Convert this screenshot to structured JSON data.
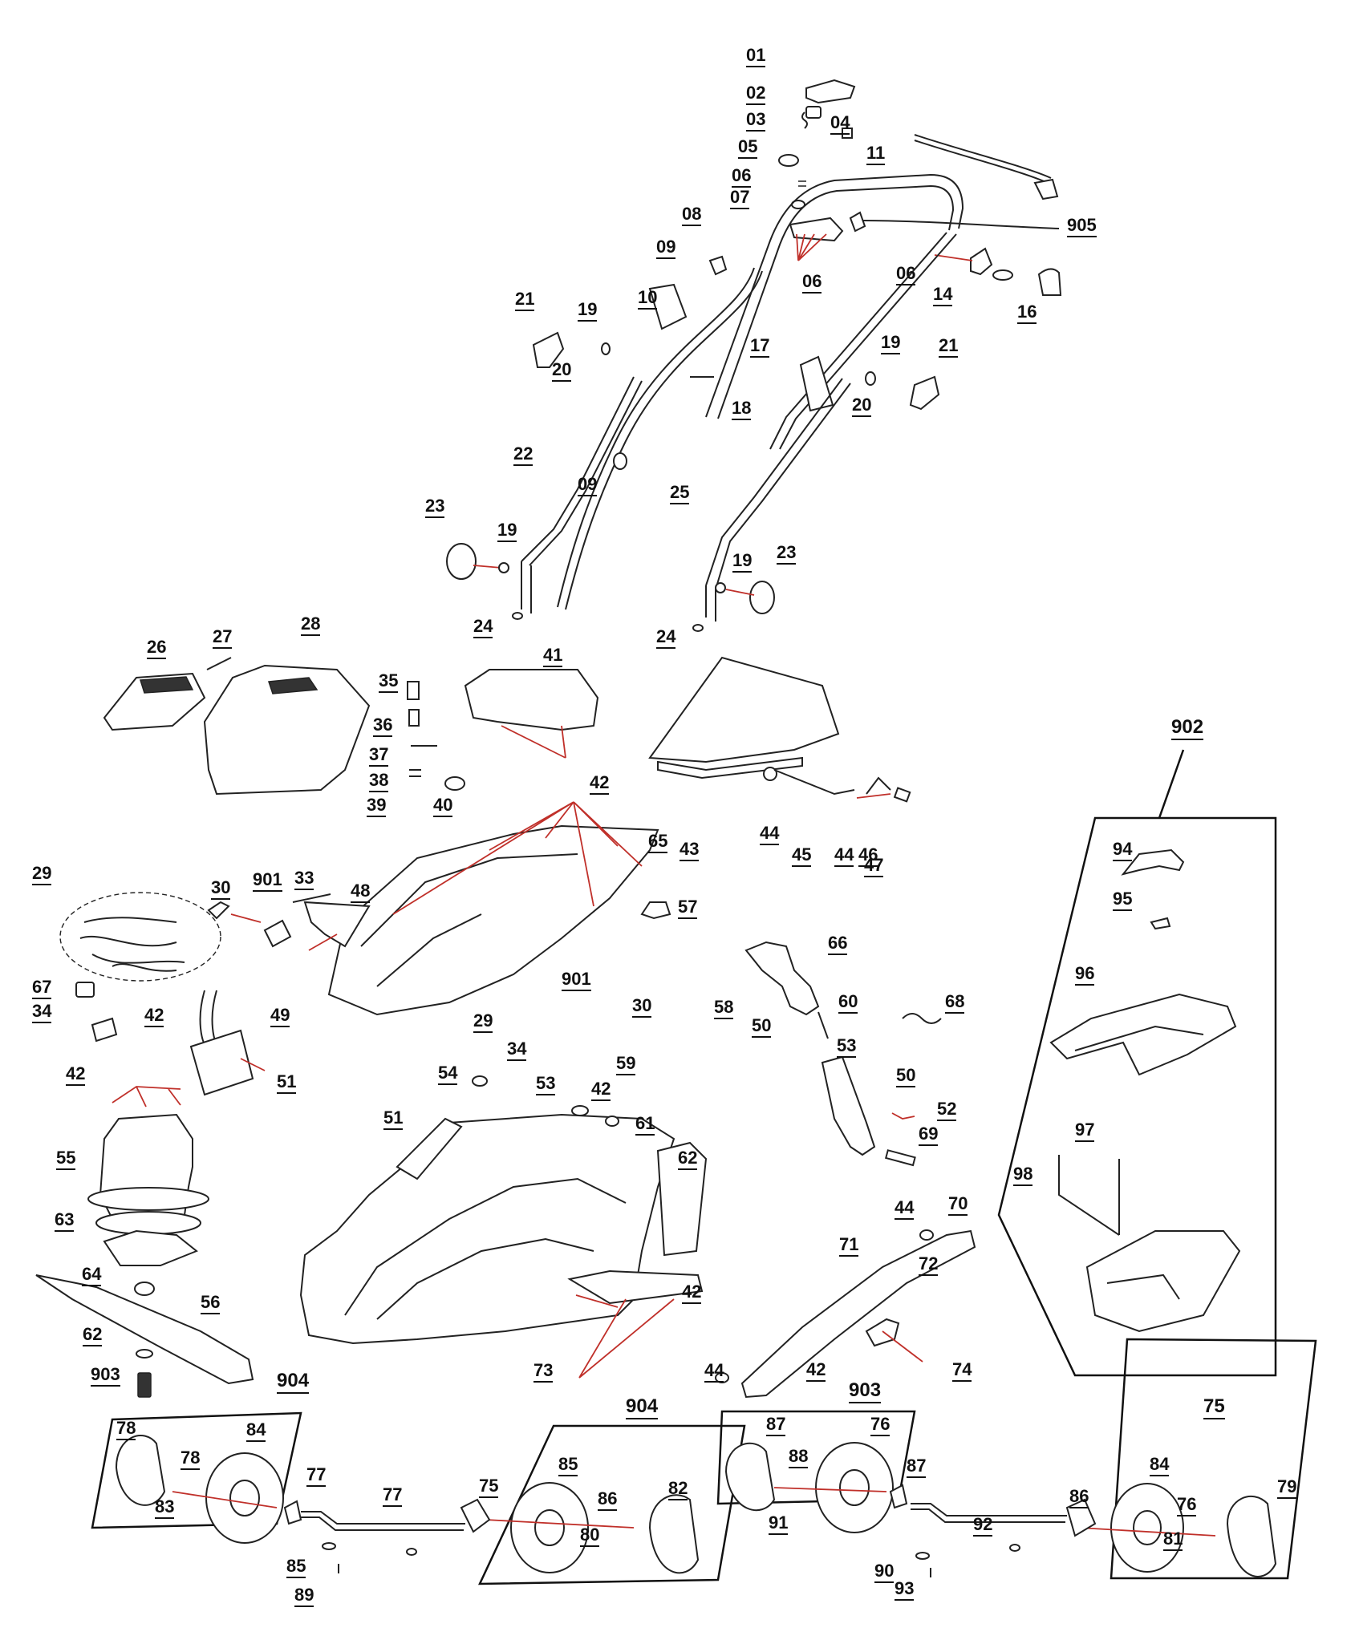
{
  "labels": [
    {
      "id": "01",
      "t": "01"
    },
    {
      "id": "02",
      "t": "02"
    },
    {
      "id": "03",
      "t": "03"
    },
    {
      "id": "04",
      "t": "04"
    },
    {
      "id": "05",
      "t": "05"
    },
    {
      "id": "06a",
      "t": "06"
    },
    {
      "id": "07",
      "t": "07"
    },
    {
      "id": "08",
      "t": "08"
    },
    {
      "id": "11",
      "t": "11"
    },
    {
      "id": "905",
      "t": "905"
    },
    {
      "id": "09a",
      "t": "09"
    },
    {
      "id": "06b",
      "t": "06"
    },
    {
      "id": "06c",
      "t": "06"
    },
    {
      "id": "14",
      "t": "14"
    },
    {
      "id": "16",
      "t": "16"
    },
    {
      "id": "21a",
      "t": "21"
    },
    {
      "id": "19a",
      "t": "19"
    },
    {
      "id": "10",
      "t": "10"
    },
    {
      "id": "17",
      "t": "17"
    },
    {
      "id": "20a",
      "t": "20"
    },
    {
      "id": "19b",
      "t": "19"
    },
    {
      "id": "21b",
      "t": "21"
    },
    {
      "id": "18",
      "t": "18"
    },
    {
      "id": "20b",
      "t": "20"
    },
    {
      "id": "22",
      "t": "22"
    },
    {
      "id": "09b",
      "t": "09"
    },
    {
      "id": "23a",
      "t": "23"
    },
    {
      "id": "19c",
      "t": "19"
    },
    {
      "id": "25",
      "t": "25"
    },
    {
      "id": "19d",
      "t": "19"
    },
    {
      "id": "23b",
      "t": "23"
    },
    {
      "id": "24a",
      "t": "24"
    },
    {
      "id": "24b",
      "t": "24"
    },
    {
      "id": "26",
      "t": "26"
    },
    {
      "id": "27",
      "t": "27"
    },
    {
      "id": "28",
      "t": "28"
    },
    {
      "id": "41",
      "t": "41"
    },
    {
      "id": "35",
      "t": "35"
    },
    {
      "id": "36",
      "t": "36"
    },
    {
      "id": "37",
      "t": "37"
    },
    {
      "id": "38",
      "t": "38"
    },
    {
      "id": "39",
      "t": "39"
    },
    {
      "id": "40",
      "t": "40"
    },
    {
      "id": "42a",
      "t": "42"
    },
    {
      "id": "43",
      "t": "43"
    },
    {
      "id": "44a",
      "t": "44"
    },
    {
      "id": "45",
      "t": "45"
    },
    {
      "id": "46",
      "t": "46"
    },
    {
      "id": "44b",
      "t": "44"
    },
    {
      "id": "47",
      "t": "47"
    },
    {
      "id": "65",
      "t": "65"
    },
    {
      "id": "29a",
      "t": "29"
    },
    {
      "id": "30a",
      "t": "30"
    },
    {
      "id": "901a",
      "t": "901"
    },
    {
      "id": "33",
      "t": "33"
    },
    {
      "id": "48",
      "t": "48"
    },
    {
      "id": "57",
      "t": "57"
    },
    {
      "id": "66",
      "t": "66"
    },
    {
      "id": "67",
      "t": "67"
    },
    {
      "id": "34a",
      "t": "34"
    },
    {
      "id": "49",
      "t": "49"
    },
    {
      "id": "901b",
      "t": "901"
    },
    {
      "id": "30b",
      "t": "30"
    },
    {
      "id": "58",
      "t": "58"
    },
    {
      "id": "60",
      "t": "60"
    },
    {
      "id": "68",
      "t": "68"
    },
    {
      "id": "42b",
      "t": "42"
    },
    {
      "id": "29b",
      "t": "29"
    },
    {
      "id": "50a",
      "t": "50"
    },
    {
      "id": "34b",
      "t": "34"
    },
    {
      "id": "59",
      "t": "59"
    },
    {
      "id": "53a",
      "t": "53"
    },
    {
      "id": "42c",
      "t": "42"
    },
    {
      "id": "51a",
      "t": "51"
    },
    {
      "id": "54",
      "t": "54"
    },
    {
      "id": "53b",
      "t": "53"
    },
    {
      "id": "42d",
      "t": "42"
    },
    {
      "id": "50b",
      "t": "50"
    },
    {
      "id": "52",
      "t": "52"
    },
    {
      "id": "51b",
      "t": "51"
    },
    {
      "id": "61",
      "t": "61"
    },
    {
      "id": "69",
      "t": "69"
    },
    {
      "id": "55",
      "t": "55"
    },
    {
      "id": "62a",
      "t": "62"
    },
    {
      "id": "44c",
      "t": "44"
    },
    {
      "id": "70",
      "t": "70"
    },
    {
      "id": "63",
      "t": "63"
    },
    {
      "id": "71",
      "t": "71"
    },
    {
      "id": "64",
      "t": "64"
    },
    {
      "id": "72",
      "t": "72"
    },
    {
      "id": "56",
      "t": "56"
    },
    {
      "id": "42e",
      "t": "42"
    },
    {
      "id": "73",
      "t": "73"
    },
    {
      "id": "62b",
      "t": "62"
    },
    {
      "id": "44d",
      "t": "44"
    },
    {
      "id": "42f",
      "t": "42"
    },
    {
      "id": "74",
      "t": "74"
    },
    {
      "id": "903a",
      "t": "903"
    },
    {
      "id": "904a",
      "t": "904"
    },
    {
      "id": "903b",
      "t": "903"
    },
    {
      "id": "904b",
      "t": "904"
    },
    {
      "id": "75a",
      "t": "75"
    },
    {
      "id": "78a",
      "t": "78"
    },
    {
      "id": "84a",
      "t": "84"
    },
    {
      "id": "87a",
      "t": "87"
    },
    {
      "id": "76a",
      "t": "76"
    },
    {
      "id": "78b",
      "t": "78"
    },
    {
      "id": "85a",
      "t": "85"
    },
    {
      "id": "88",
      "t": "88"
    },
    {
      "id": "87b",
      "t": "87"
    },
    {
      "id": "84b",
      "t": "84"
    },
    {
      "id": "79",
      "t": "79"
    },
    {
      "id": "77a",
      "t": "77"
    },
    {
      "id": "83",
      "t": "83"
    },
    {
      "id": "75b",
      "t": "75"
    },
    {
      "id": "82",
      "t": "82"
    },
    {
      "id": "77b",
      "t": "77"
    },
    {
      "id": "86a",
      "t": "86"
    },
    {
      "id": "91",
      "t": "91"
    },
    {
      "id": "92",
      "t": "92"
    },
    {
      "id": "86b",
      "t": "86"
    },
    {
      "id": "76b",
      "t": "76"
    },
    {
      "id": "80",
      "t": "80"
    },
    {
      "id": "85b",
      "t": "85"
    },
    {
      "id": "81",
      "t": "81"
    },
    {
      "id": "89",
      "t": "89"
    },
    {
      "id": "90",
      "t": "90"
    },
    {
      "id": "93",
      "t": "93"
    },
    {
      "id": "94",
      "t": "94"
    },
    {
      "id": "95",
      "t": "95"
    },
    {
      "id": "96",
      "t": "96"
    },
    {
      "id": "97",
      "t": "97"
    },
    {
      "id": "98",
      "t": "98"
    }
  ],
  "groups": [
    {
      "id": "902",
      "t": "902"
    }
  ]
}
